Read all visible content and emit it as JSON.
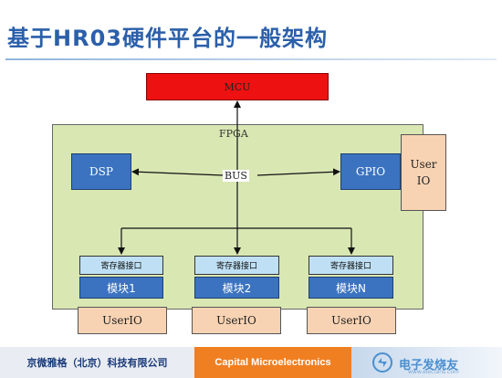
{
  "title": "基于HR03硬件平台的一般架构",
  "diagram": {
    "mcu": "MCU",
    "fpga": "FPGA",
    "dsp": "DSP",
    "gpio": "GPIO",
    "bus": "BUS",
    "side_userio_line1": "User",
    "side_userio_line2": "IO",
    "modules": [
      {
        "reg": "寄存器接口",
        "name": "模块1",
        "userio": "UserIO"
      },
      {
        "reg": "寄存器接口",
        "name": "模块2",
        "userio": "UserIO"
      },
      {
        "reg": "寄存器接口",
        "name": "模块N",
        "userio": "UserIO"
      }
    ]
  },
  "footer": {
    "left": "京微雅格（北京）科技有限公司",
    "middle": "Capital Microelectronics",
    "logo_text": "电子发烧友",
    "logo_sub": "www.elecfans.com"
  },
  "colors": {
    "title": "#2b5faa",
    "mcu": "#ee1111",
    "fpga": "#d9e7b3",
    "block": "#3b73c0",
    "register": "#bfe0f4",
    "userio": "#f8d3b3",
    "footer_accent": "#f07f22"
  }
}
